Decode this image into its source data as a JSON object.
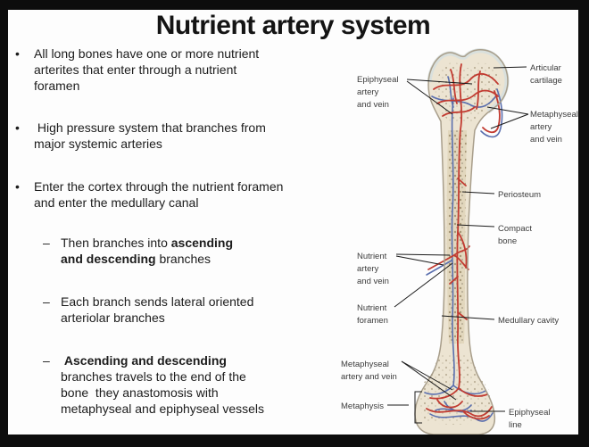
{
  "slide": {
    "title": "Nutrient artery system",
    "bullets": [
      {
        "marker": "•",
        "segments": [
          {
            "text": "All long bones have one or more nutrient arterites that enter through a nutrient foramen",
            "bold": false
          }
        ]
      },
      {
        "marker": "•",
        "segments": [
          {
            "text": " High pressure system that branches from major systemic arteries",
            "bold": false
          }
        ]
      },
      {
        "marker": "•",
        "segments": [
          {
            "text": "Enter the cortex through the nutrient foramen and enter the medullary canal",
            "bold": false
          }
        ]
      },
      {
        "marker": "–",
        "segments": [
          {
            "text": "Then branches into ",
            "bold": false
          },
          {
            "text": "ascending and descending",
            "bold": true
          },
          {
            "text": " branches",
            "bold": false
          }
        ]
      },
      {
        "marker": "–",
        "segments": [
          {
            "text": "Each branch sends lateral oriented arteriolar branches",
            "bold": false
          }
        ]
      },
      {
        "marker": "–",
        "segments": [
          {
            "text": " ",
            "bold": false
          },
          {
            "text": "Ascending and descending",
            "bold": true
          },
          {
            "text": " branches travels to the end of the bone  they anastomosis with metaphyseal and epiphyseal vessels",
            "bold": false
          }
        ]
      }
    ]
  },
  "diagram": {
    "labels": {
      "epiphyseal_av": {
        "lines": [
          "Epiphyseal",
          "artery",
          "and vein"
        ]
      },
      "articular_cartilage": {
        "lines": [
          "Articular",
          "cartilage"
        ]
      },
      "metaphyseal_av_top": {
        "lines": [
          "Metaphyseal",
          "artery",
          "and vein"
        ]
      },
      "periosteum": {
        "lines": [
          "Periosteum"
        ]
      },
      "compact_bone": {
        "lines": [
          "Compact",
          "bone"
        ]
      },
      "nutrient_av": {
        "lines": [
          "Nutrient",
          "artery",
          "and vein"
        ]
      },
      "nutrient_foramen": {
        "lines": [
          "Nutrient",
          "foramen"
        ]
      },
      "medullary_cavity": {
        "lines": [
          "Medullary cavity"
        ]
      },
      "metaphyseal_av_bottom": {
        "lines": [
          "Metaphyseal",
          "artery and vein"
        ]
      },
      "metaphysis": {
        "lines": [
          "Metaphysis"
        ]
      },
      "epiphyseal_line": {
        "lines": [
          "Epiphyseal",
          "line"
        ]
      }
    },
    "colors": {
      "artery": "#c23b31",
      "vein": "#5a6fae",
      "bone_fill": "#ece4d2",
      "bone_outline": "#a89e8b",
      "cartilage": "#d8dfdd",
      "medullary_fill": "#e2d7bd",
      "label_text": "#3c3c3c",
      "frame": "#0d0d0d"
    }
  }
}
